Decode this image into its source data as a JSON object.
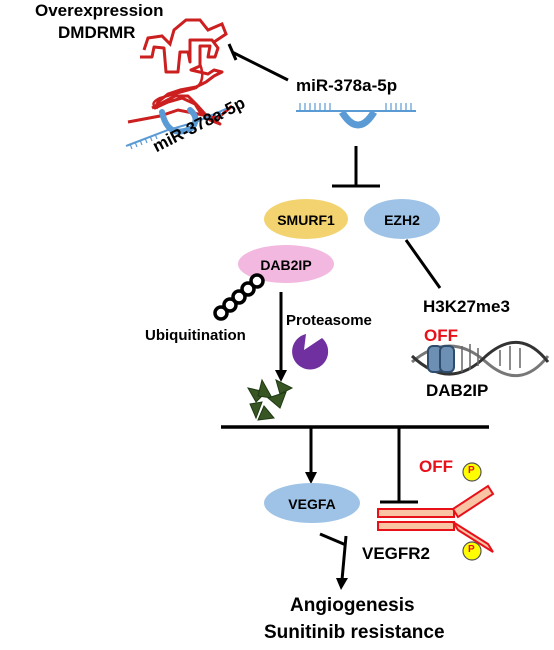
{
  "top": {
    "overexpression_label": "Overexpression",
    "lncrna_name": "DMDRMR",
    "sponged_mirna_label": "miR-378a-5p",
    "mirna_label": "miR-378a-5p"
  },
  "proteins": {
    "smurf1": "SMURF1",
    "ezh2": "EZH2",
    "dab2ip": "DAB2IP",
    "ubiquitination": "Ubiquitination",
    "proteasome": "Proteasome"
  },
  "chromatin": {
    "histone_mark": "H3K27me3",
    "state": "OFF",
    "gene": "DAB2IP"
  },
  "receptor": {
    "ligand": "VEGFA",
    "receptor_name": "VEGFR2",
    "state": "OFF",
    "phospho_symbol": "P"
  },
  "outcome": {
    "line1": "Angiogenesis",
    "line2": "Sunitinib resistance"
  },
  "colors": {
    "lncrna": "#cc1f1f",
    "mirna": "#5b9bd5",
    "smurf1": "#f2d370",
    "ezh2": "#9ec3e6",
    "dab2ip": "#f2b8e0",
    "proteasome": "#7030a0",
    "fragments": "#375623",
    "vegfa": "#9ec3e6",
    "receptor_fill": "#f8c4a4",
    "receptor_stroke": "#e8111a",
    "phospho": "#ffff00",
    "off": "#e8111a"
  }
}
